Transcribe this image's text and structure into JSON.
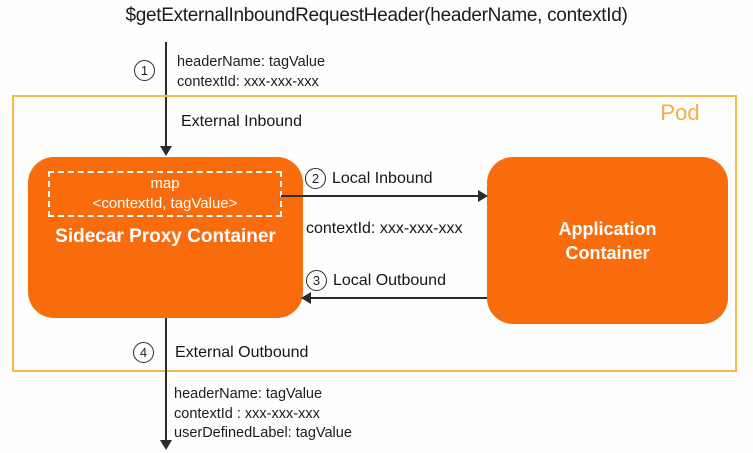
{
  "title": "$getExternalInboundRequestHeader(headerName, contextId)",
  "pod": {
    "label": "Pod"
  },
  "containers": {
    "sidecar": {
      "label": "Sidecar Proxy Container",
      "map_line1": "map",
      "map_line2": "<contextId, tagValue>"
    },
    "application": {
      "line1": "Application",
      "line2": "Container"
    }
  },
  "flows": {
    "external_inbound": {
      "step": "1",
      "label": "External Inbound",
      "annotation_line1": "headerName: tagValue",
      "annotation_line2": "contextId: xxx-xxx-xxx"
    },
    "local_inbound": {
      "step": "2",
      "label": "Local Inbound",
      "annotation": "contextId: xxx-xxx-xxx"
    },
    "local_outbound": {
      "step": "3",
      "label": "Local Outbound"
    },
    "external_outbound": {
      "step": "4",
      "label": "External Outbound",
      "annotation_line1": "headerName: tagValue",
      "annotation_line2": "contextId : xxx-xxx-xxx",
      "annotation_line3": "userDefinedLabel: tagValue"
    }
  },
  "colors": {
    "container_orange": "#F96C0D",
    "pod_border": "#F8B64F",
    "pod_label_text": "#FAAA3D",
    "arrow": "#2B2B2B",
    "text": "#1C1C1C",
    "map_box_border": "#FFFFFF"
  }
}
